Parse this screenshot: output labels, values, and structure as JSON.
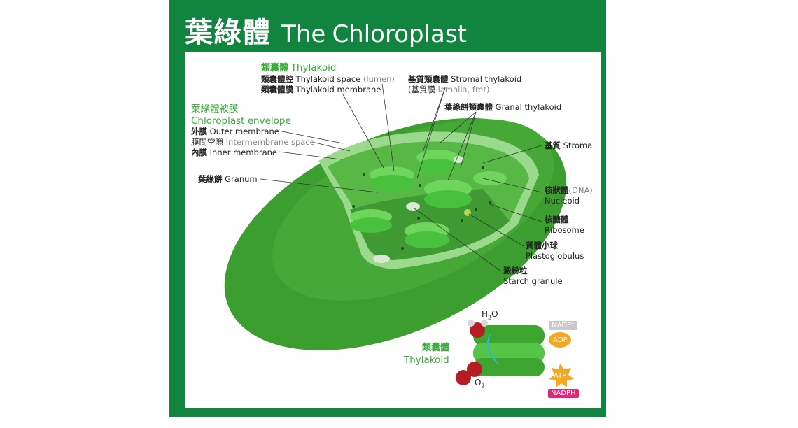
{
  "title": {
    "zh": "葉綠體",
    "en_the": "The",
    "en_main": "Chloroplast"
  },
  "colors": {
    "frame": "#11843f",
    "outer_body": "#3c9e2f",
    "inner_body": "#53b843",
    "grana": "#48c23e",
    "label_green": "#3aa83a",
    "nadph": "#e0257a",
    "adp_atp": "#f5a623"
  },
  "labels": {
    "thylakoid_head_zh": "類囊體",
    "thylakoid_head_en": "Thylakoid",
    "lumen_zh": "類囊體腔",
    "lumen_en": "Thylakoid space",
    "lumen_note": "(lumen)",
    "thy_membrane_zh": "類囊體膜",
    "thy_membrane_en": "Thylakoid membrane",
    "stromal_thy_zh": "基質類囊體",
    "stromal_thy_en": "Stromal thylakoid",
    "stromal_alt_zh": "(基質膜",
    "stromal_alt_en": "lamalla, fret)",
    "granal_thy_zh": "葉綠餅類囊體",
    "granal_thy_en": "Granal thylakoid",
    "envelope_zh": "葉綠體被膜",
    "envelope_en": "Chloroplast envelope",
    "outer_zh": "外膜",
    "outer_en": "Outer membrane",
    "intermem_zh": "膜間空隙",
    "intermem_en": "Intermembrane space",
    "inner_zh": "內膜",
    "inner_en": "Inner membrane",
    "granum_zh": "葉綠餅",
    "granum_en": "Granum",
    "stroma_zh": "基質",
    "stroma_en": "Stroma",
    "nucleoid_zh": "核狀體",
    "nucleoid_note": "(DNA)",
    "nucleoid_en": "Nucleoid",
    "ribosome_zh": "核醣體",
    "ribosome_en": "Ribosome",
    "plastoglobulus_zh": "質體小球",
    "plastoglobulus_en": "Plastoglobulus",
    "starch_zh": "澱粉粒",
    "starch_en": "Starch granule"
  },
  "inset": {
    "thylakoid_zh": "類囊體",
    "thylakoid_en": "Thylakoid",
    "h2o": "H",
    "h2o_sub": "2",
    "h2o_end": "O",
    "o2": "O",
    "o2_sub": "2",
    "nadp": "NADP⁺",
    "adp": "ADP",
    "atp": "ATP",
    "nadph": "NADPH"
  }
}
